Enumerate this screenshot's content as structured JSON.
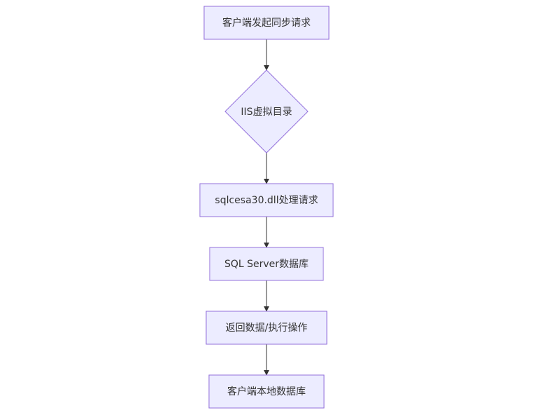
{
  "flowchart": {
    "nodes": [
      {
        "id": "client-request",
        "shape": "rect",
        "label": "客户端发起同步请求"
      },
      {
        "id": "iis-virtual-dir",
        "shape": "diamond",
        "label": "IIS虚拟目录"
      },
      {
        "id": "sqlcesa30-handler",
        "shape": "rect",
        "label": "sqlcesa30.dll处理请求"
      },
      {
        "id": "sql-server-db",
        "shape": "rect",
        "label": "SQL Server数据库"
      },
      {
        "id": "return-data",
        "shape": "rect",
        "label": "返回数据/执行操作"
      },
      {
        "id": "client-local-db",
        "shape": "rect",
        "label": "客户端本地数据库"
      }
    ],
    "edges": [
      {
        "from": "client-request",
        "to": "iis-virtual-dir"
      },
      {
        "from": "iis-virtual-dir",
        "to": "sqlcesa30-handler"
      },
      {
        "from": "sqlcesa30-handler",
        "to": "sql-server-db"
      },
      {
        "from": "sql-server-db",
        "to": "return-data"
      },
      {
        "from": "return-data",
        "to": "client-local-db"
      }
    ],
    "colors": {
      "node_fill": "#ececff",
      "node_stroke": "#9370db",
      "edge": "#333333",
      "text": "#333333"
    }
  }
}
